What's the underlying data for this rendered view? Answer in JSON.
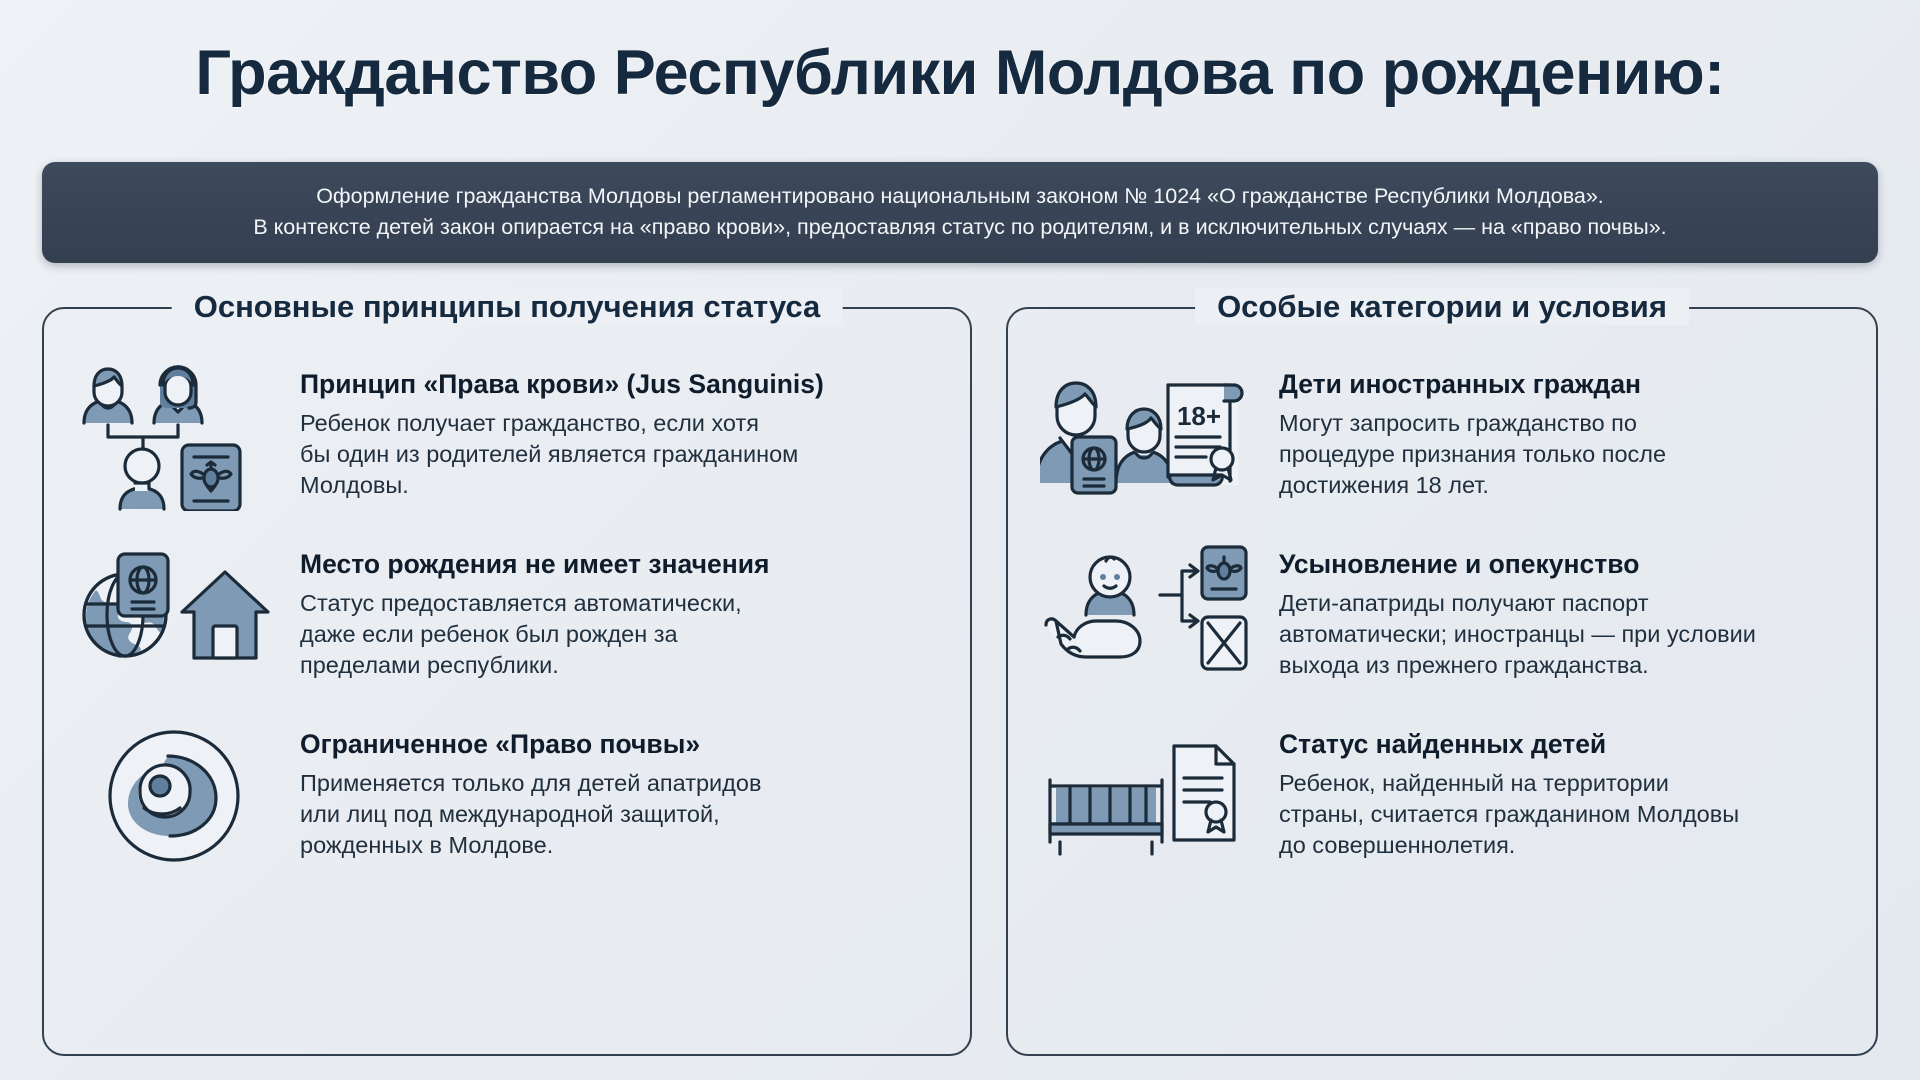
{
  "title": "Гражданство Республики Молдова по рождению:",
  "banner": {
    "line1": "Оформление гражданства Молдовы регламентировано национальным законом № 1024 «О гражданстве Республики Молдова».",
    "line2": "В контексте детей закон опирается на «право крови», предоставляя статус по родителям, и в исключительных случаях — на «право почвы»."
  },
  "columns": [
    {
      "title": "Основные принципы получения статуса",
      "items": [
        {
          "icon": "family-tree-passport-icon",
          "heading": "Принцип «Права крови» (Jus Sanguinis)",
          "body_lines": [
            "Ребенок получает гражданство, если хотя",
            "бы один из родителей является гражданином",
            "Молдовы."
          ]
        },
        {
          "icon": "globe-passport-house-icon",
          "heading": "Место рождения не имеет значения",
          "body_lines": [
            "Статус предоставляется автоматически,",
            "даже если ребенок был рожден за",
            "пределами республики."
          ]
        },
        {
          "icon": "swaddled-baby-icon",
          "heading": "Ограниченное «Право почвы»",
          "body_lines": [
            "Применяется только для детей апатридов",
            "или лиц под международной защитой,",
            "рожденных в Молдове."
          ]
        }
      ]
    },
    {
      "title": "Особые категории и условия",
      "items": [
        {
          "icon": "foreign-parent-child-certificate-icon",
          "badge": "18+",
          "heading": "Дети иностранных граждан",
          "body_lines": [
            "Могут запросить гражданство по",
            "процедуре признания только после",
            "достижения 18 лет."
          ]
        },
        {
          "icon": "hands-baby-passport-icon",
          "heading": "Усыновление и опекунство",
          "body_lines": [
            "Дети-апатриды получают паспорт",
            "автоматически; иностранцы — при условии",
            "выхода из прежнего гражданства."
          ]
        },
        {
          "icon": "crib-document-icon",
          "heading": "Статус найденных детей",
          "body_lines": [
            "Ребенок, найденный на территории",
            "страны, считается гражданином Молдовы",
            "до совершеннолетия."
          ]
        }
      ]
    }
  ],
  "colors": {
    "background": "#eceff4",
    "title": "#15293f",
    "banner_bg": "#3a4658",
    "banner_text": "#f2f5f8",
    "border": "#32404f",
    "icon_mid": "#7e9ab4",
    "icon_deep": "#5f7f9c",
    "icon_outline": "#1c2b3a"
  }
}
